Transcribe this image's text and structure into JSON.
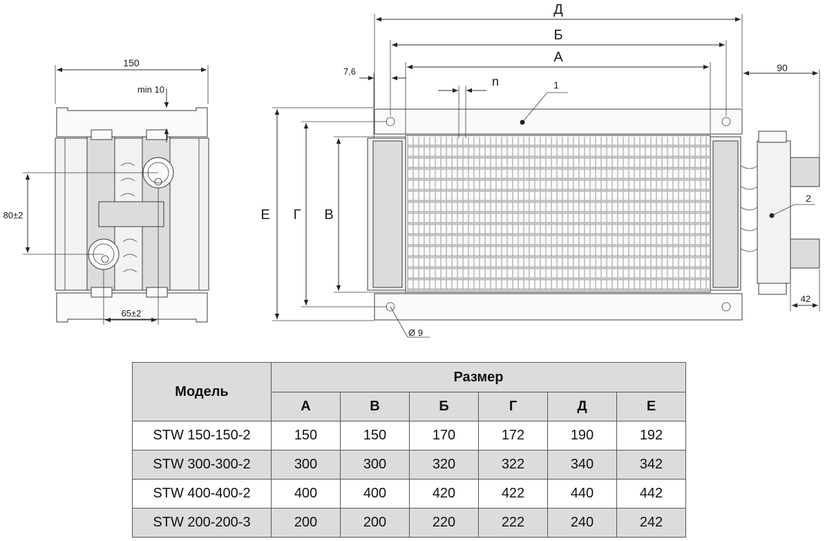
{
  "drawing": {
    "side_view": {
      "width_label": "150",
      "min_label": "min 10",
      "height_label": "80±2",
      "offset_label": "65±2"
    },
    "front_view": {
      "dim_D": "Д",
      "dim_B6": "Б",
      "dim_A": "А",
      "dim_small": "7,6",
      "dim_n": "n",
      "dim_90": "90",
      "dim_E": "Е",
      "dim_G": "Г",
      "dim_V": "В",
      "dim_42": "42",
      "hole_label": "Ø 9",
      "callout_1": "1",
      "callout_2": "2"
    }
  },
  "table": {
    "model_header": "Модель",
    "size_header": "Размер",
    "columns": [
      "А",
      "В",
      "Б",
      "Г",
      "Д",
      "Е"
    ],
    "rows": [
      {
        "model": "STW 150-150-2",
        "values": [
          "150",
          "150",
          "170",
          "172",
          "190",
          "192"
        ]
      },
      {
        "model": "STW 300-300-2",
        "values": [
          "300",
          "300",
          "320",
          "322",
          "340",
          "342"
        ]
      },
      {
        "model": "STW 400-400-2",
        "values": [
          "400",
          "400",
          "420",
          "422",
          "440",
          "442"
        ]
      },
      {
        "model": "STW 200-200-3",
        "values": [
          "200",
          "200",
          "220",
          "222",
          "240",
          "242"
        ]
      }
    ]
  }
}
